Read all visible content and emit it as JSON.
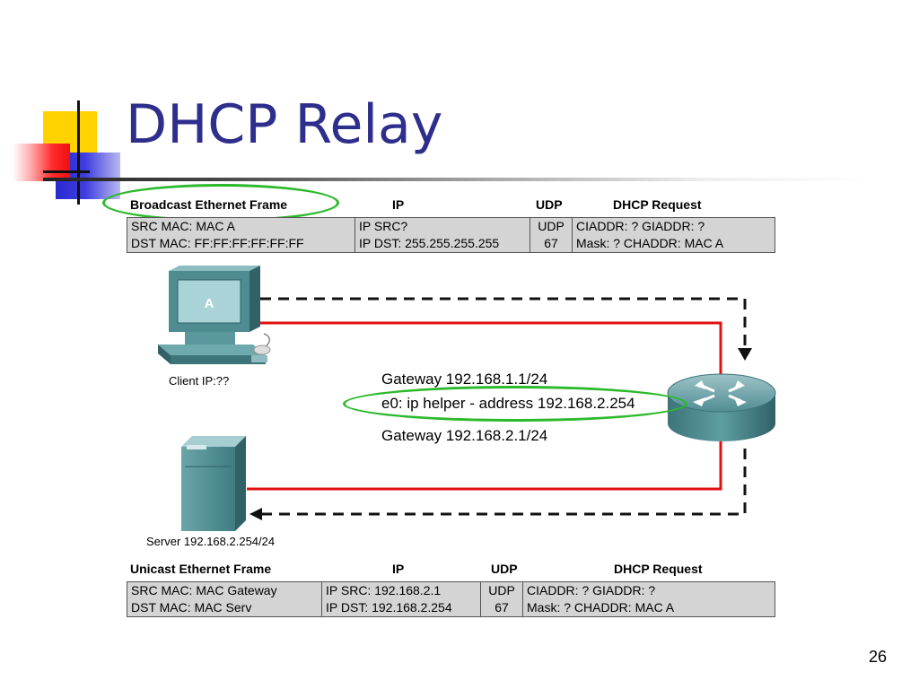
{
  "slide": {
    "title": "DHCP Relay",
    "page_number": "26"
  },
  "broadcast": {
    "headers": {
      "frame": "Broadcast Ethernet Frame",
      "ip": "IP",
      "udp": "UDP",
      "dhcp": "DHCP Request"
    },
    "cells": {
      "mac_src": "SRC MAC: MAC A",
      "mac_dst": "DST MAC: FF:FF:FF:FF:FF:FF",
      "ip_src": "IP SRC?",
      "ip_dst": "IP DST: 255.255.255.255",
      "udp_1": "UDP",
      "udp_2": "67",
      "dhcp_1": "CIADDR: ?  GIADDR: ?",
      "dhcp_2": "Mask:     ?  CHADDR: MAC A"
    }
  },
  "unicast": {
    "headers": {
      "frame": "Unicast Ethernet Frame",
      "ip": "IP",
      "udp": "UDP",
      "dhcp": "DHCP Request"
    },
    "cells": {
      "mac_src": "SRC MAC: MAC Gateway",
      "mac_dst": "DST MAC: MAC Serv",
      "ip_src": "IP SRC: 192.168.2.1",
      "ip_dst": "IP DST: 192.168.2.254",
      "udp_1": "UDP",
      "udp_2": "67",
      "dhcp_1": "CIADDR: ?  GIADDR: ?",
      "dhcp_2": "Mask:     ?  CHADDR: MAC A"
    }
  },
  "diagram": {
    "client_screen_label": "A",
    "client_label": "Client IP:??",
    "server_label": "Server 192.168.2.254/24",
    "router_lines": [
      "Gateway 192.168.1.1/24",
      "e0: ip helper - address 192.168.2.254",
      "Gateway 192.168.2.1/24"
    ]
  },
  "colors": {
    "title": "#2e2e8c",
    "highlight_ellipse": "#2cb92c",
    "link": "#e01010",
    "table_fill": "#d4d4d4"
  }
}
